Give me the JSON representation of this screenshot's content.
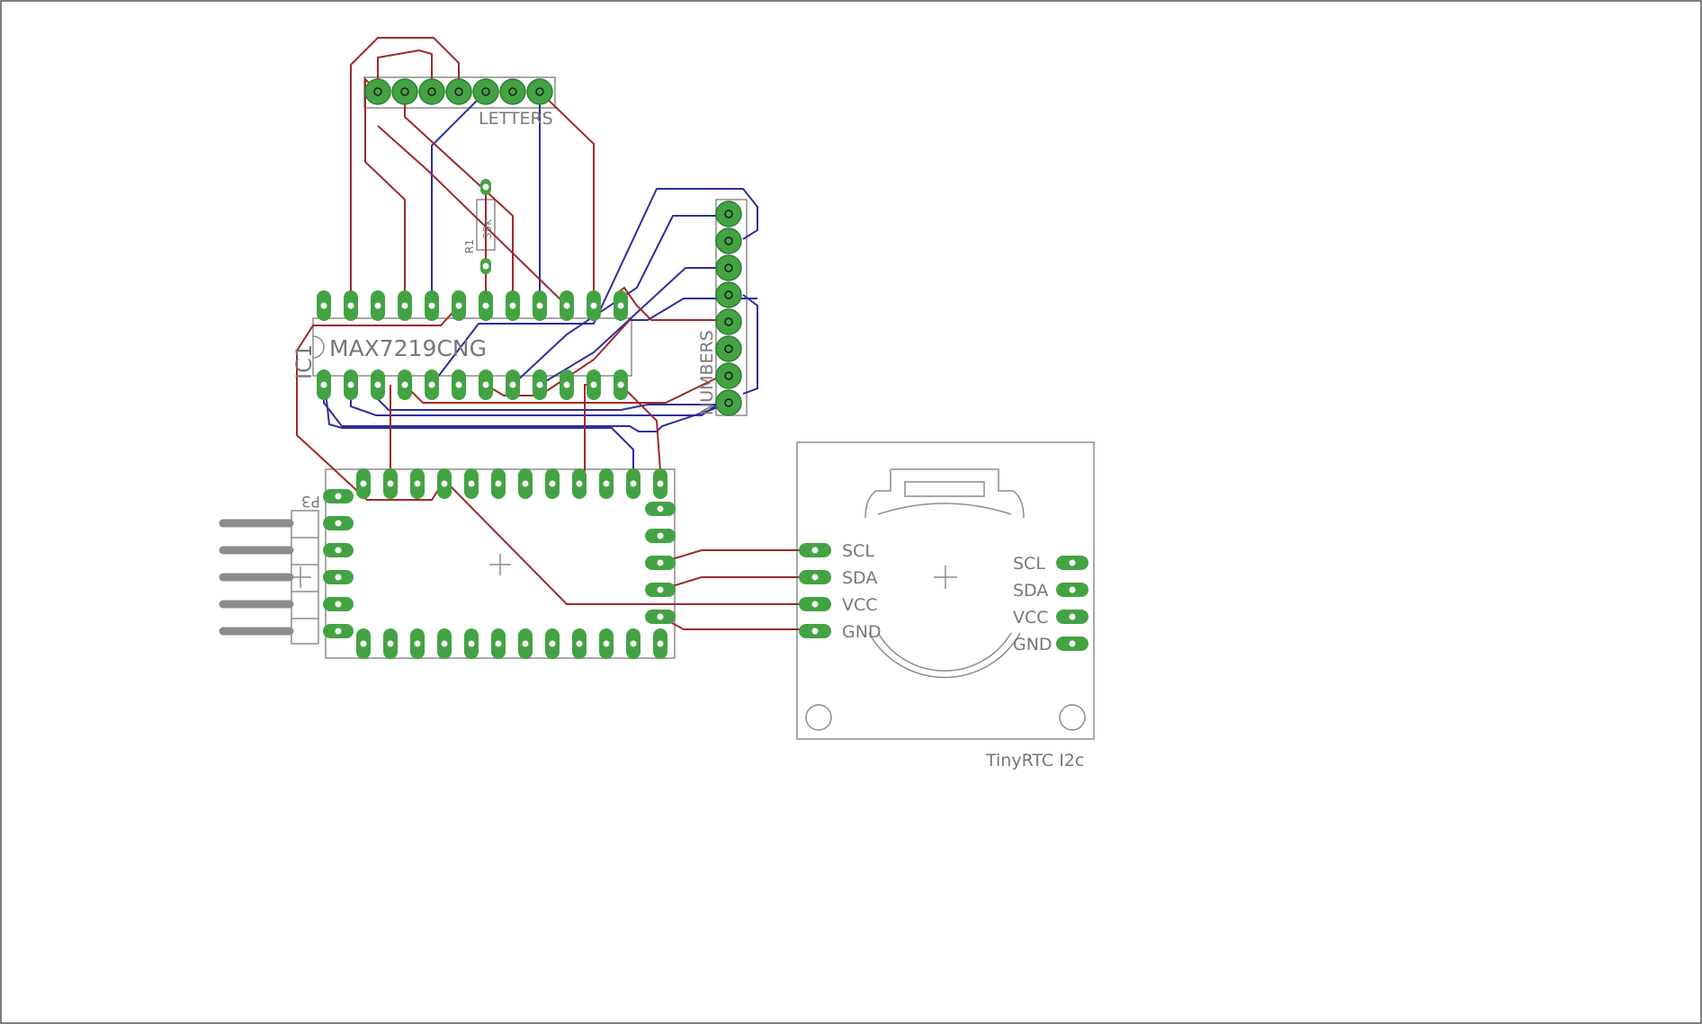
{
  "labels": {
    "ic1_ref": "IC1",
    "ic1_value": "MAX7219CNG",
    "letters": "LETTERS",
    "numbers": "NUMBERS",
    "r1_ref": "R1",
    "r1_value": "39k",
    "p3_ref": "P3",
    "rtc_name": "TinyRTC I2c",
    "rtc_left_pins": [
      "SCL",
      "SDA",
      "VCC",
      "GND"
    ],
    "rtc_right_pins": [
      "SCL",
      "SDA",
      "VCC",
      "GND"
    ]
  },
  "colors": {
    "pad": "#43a343",
    "pad_outline": "#2e7d32",
    "drill": "#ffffff",
    "top_trace": "#9e2a2a",
    "bottom_trace": "#2e2e9e",
    "silkscreen": "#8c8c8c",
    "label": "#777777",
    "border": "#555555"
  }
}
